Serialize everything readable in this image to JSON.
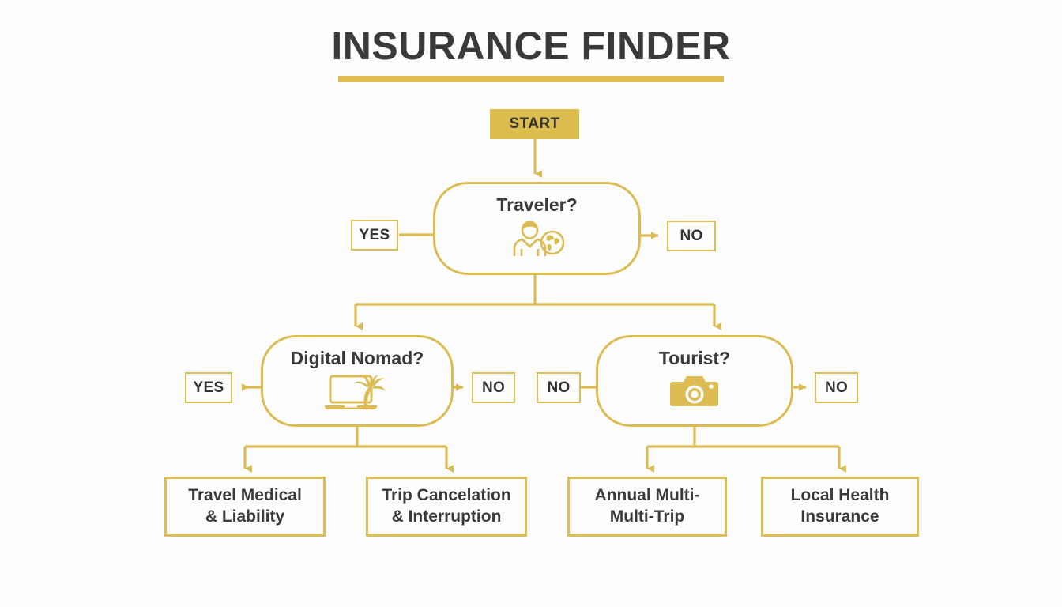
{
  "header": {
    "title": "INSURANCE FINDER"
  },
  "colors": {
    "gold": "#dcbc52",
    "gold_fill": "#ddbc4f",
    "text_dark": "#3a3a3a",
    "background": "#fdfdfd"
  },
  "flow": {
    "start": {
      "label": "START"
    },
    "decisions": [
      {
        "id": "traveler",
        "label": "Traveler?",
        "icon": "person-globe-icon",
        "branches": [
          {
            "label": "YES",
            "side": "left"
          },
          {
            "label": "NO",
            "side": "right"
          }
        ]
      },
      {
        "id": "digital-nomad",
        "label": "Digital Nomad?",
        "icon": "laptop-palm-icon",
        "branches": [
          {
            "label": "YES",
            "side": "left"
          },
          {
            "label": "NO",
            "side": "right"
          }
        ]
      },
      {
        "id": "tourist",
        "label": "Tourist?",
        "icon": "camera-icon",
        "branches": [
          {
            "label": "NO",
            "side": "left"
          },
          {
            "label": "NO",
            "side": "right"
          }
        ]
      }
    ],
    "results": [
      {
        "id": "travel-medical-liability",
        "line1": "Travel Medical",
        "line2": "& Liability"
      },
      {
        "id": "trip-cancelation-interruption",
        "line1": "Trip Cancelation",
        "line2": "& Interruption"
      },
      {
        "id": "annual-multi-trip",
        "line1": "Annual Multi-",
        "line2": "Multi-Trip"
      },
      {
        "id": "local-health-insurance",
        "line1": "Local Health",
        "line2": "Insurance"
      }
    ]
  }
}
